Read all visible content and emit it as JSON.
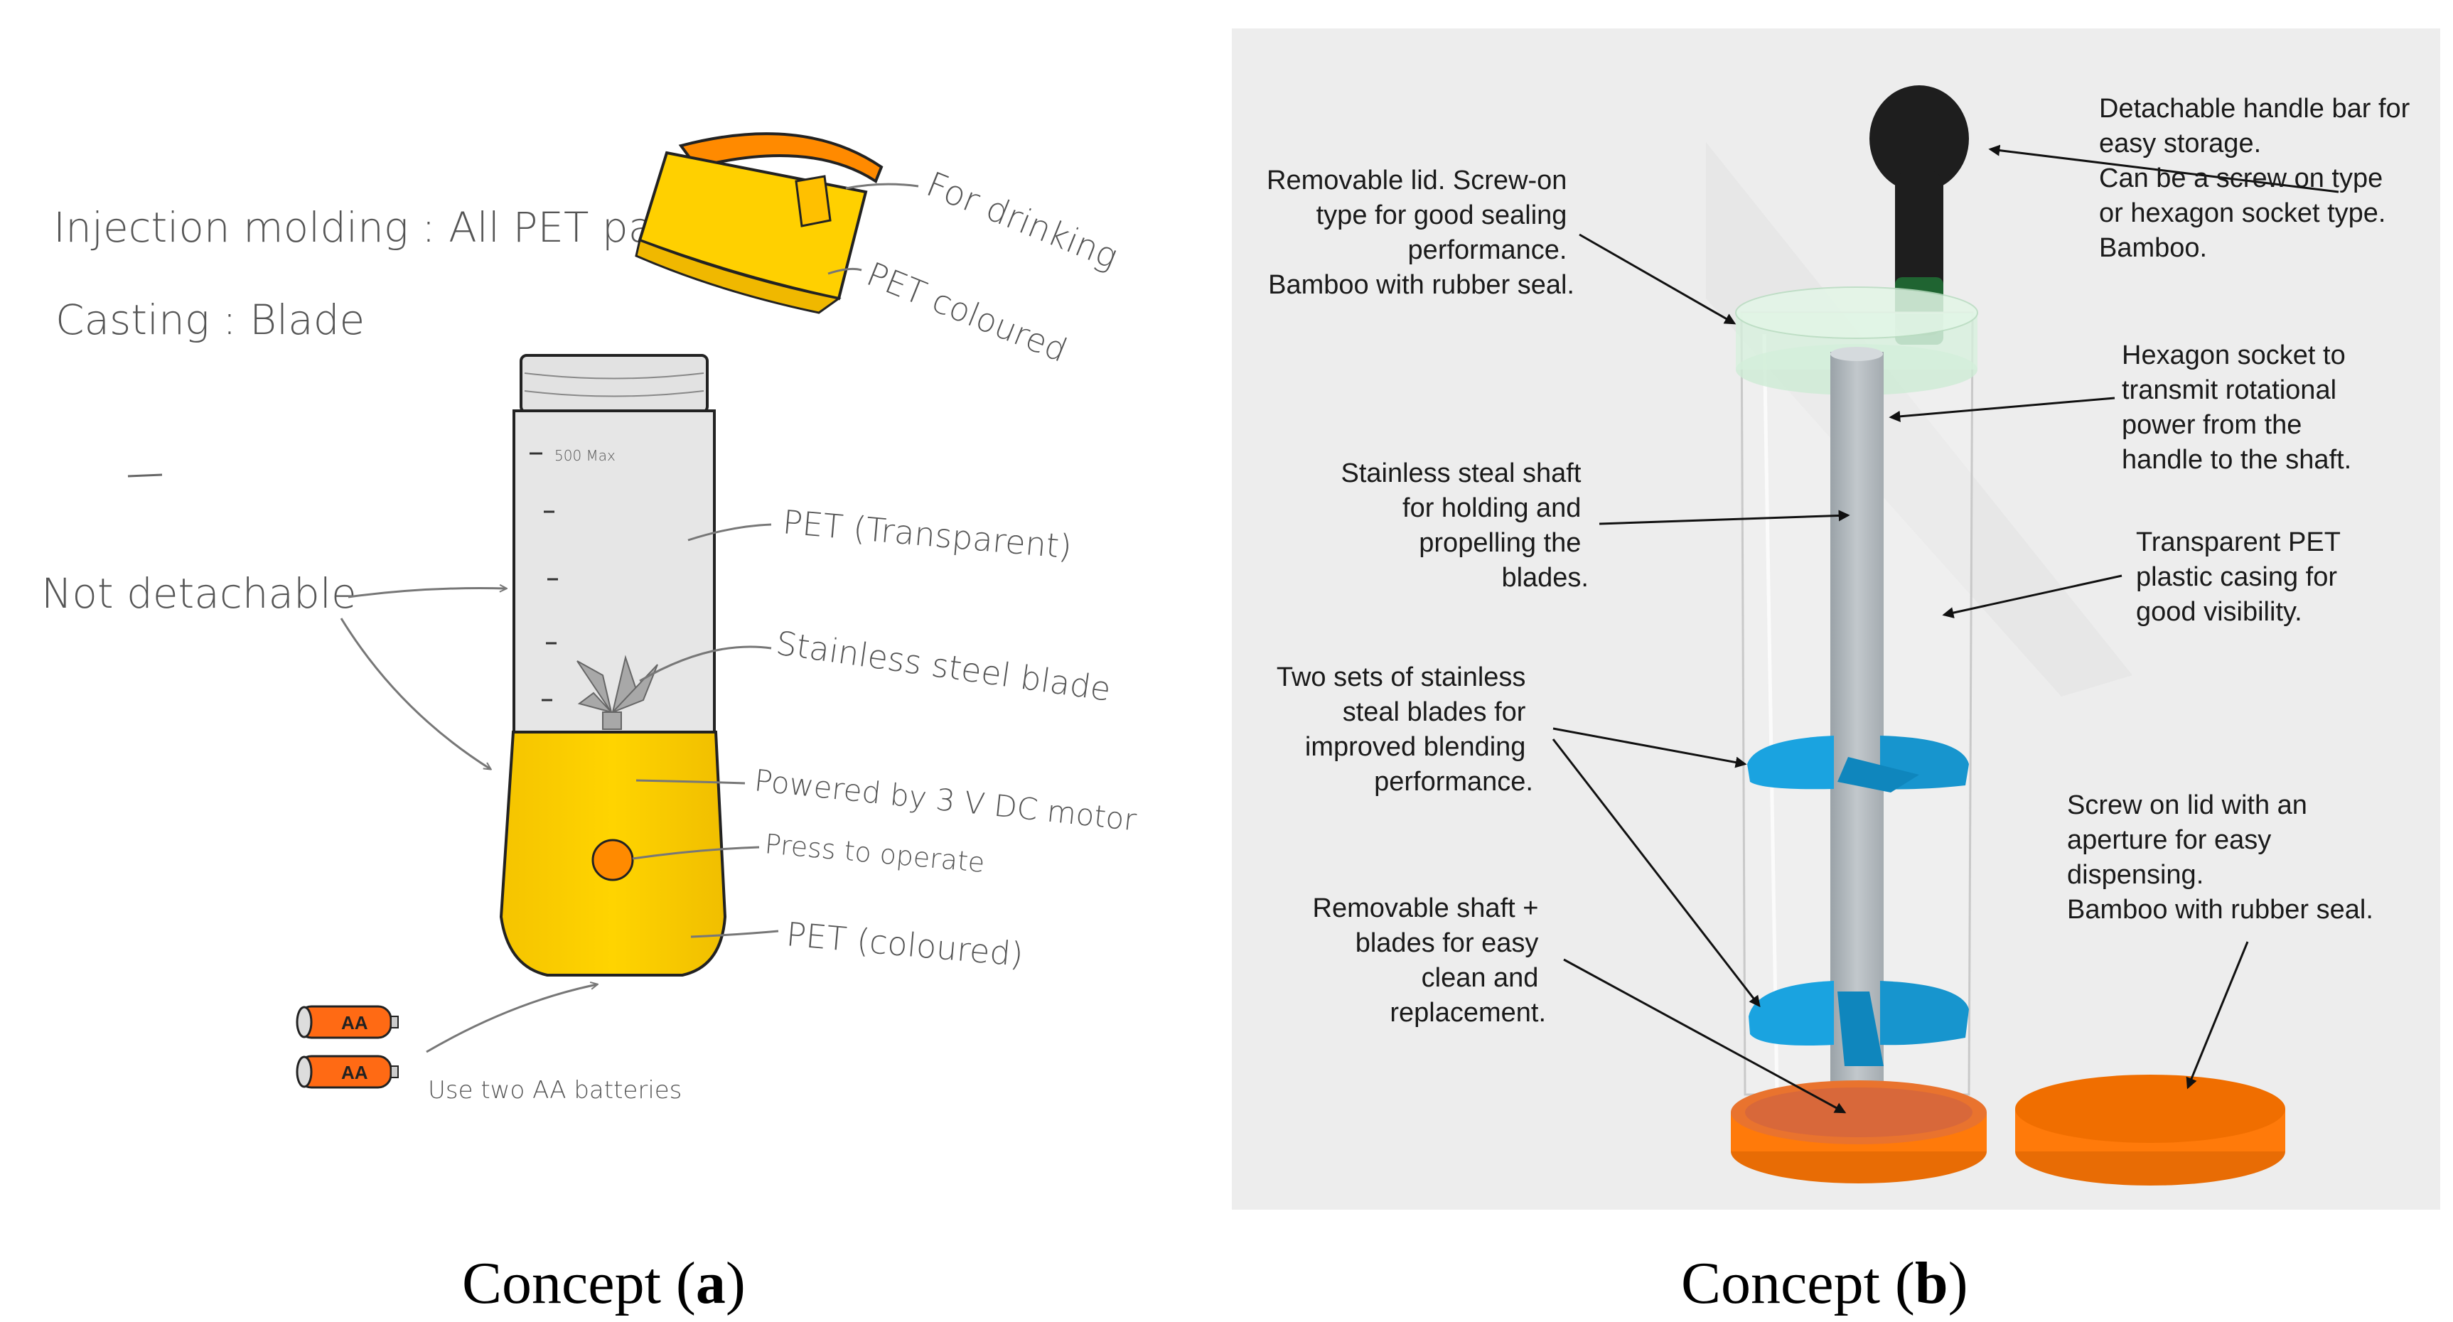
{
  "panel_a": {
    "notes": {
      "injection": "Injection molding : All PET parts",
      "casting": "Casting : Blade",
      "not_detachable": "Not detachable"
    },
    "callouts": {
      "for_drinking": "For drinking",
      "pet_coloured_lid": "PET coloured",
      "pet_transparent": "PET (Transparent)",
      "stainless_blade": "Stainless steel blade",
      "powered": "Powered by 3 V DC motor",
      "press": "Press to operate",
      "pet_coloured_base": "PET (coloured)",
      "batteries": "Use two AA batteries"
    },
    "scale": {
      "max": "500 Max"
    },
    "battery_label": "AA",
    "caption": {
      "prefix": "Concept (",
      "letter": "a",
      "suffix": ")"
    },
    "colors": {
      "yellow": "#FFD000",
      "orange": "#FF8A00",
      "battery": "#FF6A14"
    }
  },
  "panel_b": {
    "labels": {
      "handle": [
        "Detachable handle bar for",
        "easy storage.",
        "Can be a screw on type",
        "or hexagon socket type.",
        "Bamboo."
      ],
      "lid": [
        "Removable lid. Screw-on",
        "type for good sealing",
        "performance.",
        "Bamboo with rubber seal."
      ],
      "hexagon": [
        "Hexagon socket to",
        "transmit rotational",
        "power from the",
        "handle to the shaft."
      ],
      "shaft": [
        "Stainless steal shaft",
        "for holding and",
        "propelling  the",
        "blades."
      ],
      "casing": [
        "Transparent PET",
        "plastic casing for",
        "good visibility."
      ],
      "blades": [
        "Two sets of stainless",
        "steal blades for",
        "improved blending",
        "performance."
      ],
      "removable_shaft": [
        "Removable shaft +",
        "blades for easy",
        "clean and",
        "replacement."
      ],
      "screw_lid": [
        "Screw on lid with an",
        "aperture for easy",
        "dispensing.",
        "Bamboo with rubber seal."
      ]
    },
    "caption": {
      "prefix": "Concept (",
      "letter": "b",
      "suffix": ")"
    },
    "colors": {
      "background": "#EDEDED",
      "blue": "#1AA3E0",
      "orange": "#FF7A0A",
      "handle": "#1E1E1E",
      "shaft": "#AEB5BA",
      "lid": "#CDEBD4"
    }
  }
}
